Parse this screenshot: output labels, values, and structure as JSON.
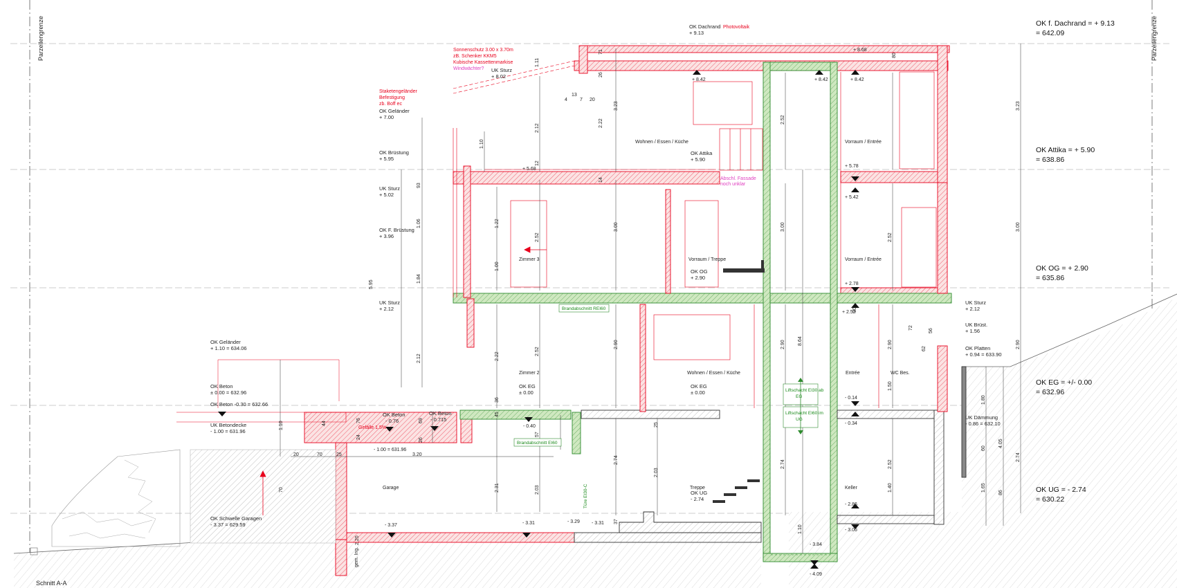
{
  "drawing": {
    "title": "Schnitt A-A",
    "parcel_label": "Parzellengrenze",
    "colors": {
      "wall": "#e8001c",
      "fire_section": "#2e8b2e",
      "fire_fill": "#cfe8c0",
      "annotation_red": "#e8001c",
      "annotation_magenta": "#e040c0",
      "line": "#333333",
      "level_line": "#9a9a9a"
    }
  },
  "levels_right": [
    {
      "name": "OK f. Dachrand = + 9.13",
      "abs": "= 642.09"
    },
    {
      "name": "OK Attika = + 5.90",
      "abs": "= 638.86"
    },
    {
      "name": "OK OG = + 2.90",
      "abs": "= 635.86"
    },
    {
      "name": "OK EG = +/- 0.00",
      "abs": "= 632.96"
    },
    {
      "name": "OK UG = - 2.74",
      "abs": "= 630.22"
    }
  ],
  "rooms": [
    {
      "name": "Wohnen / Essen / Küche"
    },
    {
      "name": "Vorraum / Entrée"
    },
    {
      "name": "Zimmer 3"
    },
    {
      "name": "Vorraum / Treppe"
    },
    {
      "name": "Vorraum / Entrée"
    },
    {
      "name": "Zimmer 2"
    },
    {
      "name": "Wohnen / Essen / Küche"
    },
    {
      "name": "Entrée"
    },
    {
      "name": "WC Bes."
    },
    {
      "name": "Garage"
    },
    {
      "name": "Treppe"
    },
    {
      "name": "Keller"
    }
  ],
  "elevation_labels": [
    {
      "label": "OK Dachrand",
      "value": "+ 9.13"
    },
    {
      "label": "UK Sturz",
      "value": "+ 8.02"
    },
    {
      "label": "OK Geländer",
      "value": "+ 7.00"
    },
    {
      "label": "OK Brüstung",
      "value": "+ 5.95"
    },
    {
      "label": "UK Sturz",
      "value": "+ 5.02"
    },
    {
      "label": "OK F. Brüstung",
      "value": "+ 3.96"
    },
    {
      "label": "UK Sturz",
      "value": "+ 2.12"
    },
    {
      "label": "OK Geländer",
      "value": "+ 1.10 = 634.06"
    },
    {
      "label": "OK Beton",
      "value": "± 0.00 = 632.96"
    },
    {
      "label": "OK Beton -0.30 = 632.66",
      "value": ""
    },
    {
      "label": "UK Betondecke",
      "value": "- 1.00 = 631.96"
    },
    {
      "label": "OK Schwelle Garagen",
      "value": "- 3.37 = 629.59"
    },
    {
      "label": "OK Attika",
      "value": "+ 5.90"
    },
    {
      "label": "OK OG",
      "value": "+ 2.90"
    },
    {
      "label": "OK EG",
      "value": "± 0.00"
    },
    {
      "label": "OK EG",
      "value": "± 0.00"
    },
    {
      "label": "OK Beton",
      "value": "- 0.76"
    },
    {
      "label": "OK Beton",
      "value": "- 0.715"
    },
    {
      "label": "OK UG",
      "value": "- 2.74"
    },
    {
      "label": "UK Sturz",
      "value": "+ 2.12"
    },
    {
      "label": "UK Brüst.",
      "value": "+ 1.56"
    },
    {
      "label": "OK Platten",
      "value": "+ 0.94 = 633.90"
    },
    {
      "label": "UK Dämmung",
      "value": "- 0.86 = 632.10"
    }
  ],
  "spot_levels": [
    "+ 8.68",
    "+ 8.42",
    "+ 8.42",
    "+ 8.42",
    "+ 5.68",
    "+ 5.78",
    "+ 5.42",
    "+ 2.78",
    "+ 2.52",
    "- 0.14",
    "- 0.34",
    "- 0.40",
    "- 1.00 = 631.96",
    "- 2.86",
    "- 3.06",
    "- 3.37",
    "- 3.31",
    "- 3.29",
    "- 3.31",
    "- 3.84",
    "- 4.09"
  ],
  "annotations": {
    "red": [
      "Sonnenschutz 3.00 x 3.70m",
      "zB. Schenker KKM5",
      "Kubische Kassettenmarkise",
      "Staketengeländer",
      "Befestigung",
      "zb. Boff ec",
      "Photovoltaik",
      "Gefälle 1.5%"
    ],
    "magenta": [
      "Windwächter?",
      "Abschl. Fassade",
      "noch unklar"
    ],
    "green": [
      "Brandabschnitt REI60",
      "Brandabschnitt EI60",
      "Liftschacht EI30 ab",
      "EG",
      "Liftschacht EI60 im",
      "UG",
      "Türe EI30-C"
    ],
    "other": [
      "gem. Ing."
    ]
  },
  "dimensions": {
    "vertical": [
      "1.11",
      "3.23",
      "2.12",
      "2.22",
      "1.10",
      "93",
      "1.06",
      "1.84",
      "5.95",
      "2.12",
      "1.22",
      "1.00",
      "2.52",
      "3.00",
      "2.52",
      "2.90",
      "2.22",
      "2.52",
      "2.90",
      "3.00",
      "2.52",
      "2.90",
      "8.64",
      "2.74",
      "2.31",
      "2.03",
      "2.03",
      "2.74",
      "2.52",
      "1.40",
      "3.23",
      "3.00",
      "2.90",
      "2.74",
      "4.05",
      "1.65",
      "60",
      "1.80",
      "1.10",
      "1.50",
      "72",
      "62",
      "56",
      "30",
      "26",
      "12",
      "14",
      "36",
      "45",
      "71",
      "80",
      "86",
      "57",
      "37",
      "25",
      "2.20",
      "70",
      "1.10"
    ],
    "horizontal": [
      "20",
      "70",
      "25",
      "3.20",
      "4",
      "13",
      "7",
      "20",
      "44",
      "76",
      "69",
      "26",
      "24"
    ]
  }
}
